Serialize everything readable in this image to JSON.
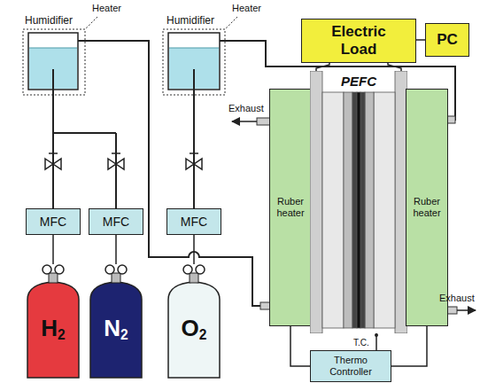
{
  "diagram": {
    "nodes": [
      {
        "text": [
          "Electric Load"
        ]
      },
      {
        "text": [
          "PC"
        ]
      },
      {
        "text": [
          "MFC"
        ]
      },
      {
        "text": [
          "MFC"
        ]
      },
      {
        "text": [
          "MFC"
        ]
      },
      {
        "text": [
          "Ruber heater"
        ]
      },
      {
        "text": [
          "PEFC"
        ]
      },
      {
        "text": [
          "Ruber heater"
        ]
      },
      {
        "text": [
          "H2"
        ]
      },
      {
        "text": [
          "N2"
        ]
      },
      {
        "text": [
          "O2"
        ]
      },
      {
        "text": [
          "Thermo Controller"
        ]
      }
    ],
    "edges": [
      {
        "from": 0,
        "to": 1,
        "arrow": "none"
      },
      {
        "from": 2,
        "to": 8,
        "arrow": "none"
      },
      {
        "from": 3,
        "to": 9,
        "arrow": "none"
      },
      {
        "from": 4,
        "to": 10,
        "arrow": "none"
      },
      {
        "from": 11,
        "to": 5,
        "arrow": "none"
      },
      {
        "from": 11,
        "to": 7,
        "arrow": "none"
      }
    ],
    "labels": [
      "Humidifier",
      "Heater",
      "Humidifier",
      "Heater",
      "Exhaust",
      "Exhaust",
      "T.C."
    ]
  }
}
